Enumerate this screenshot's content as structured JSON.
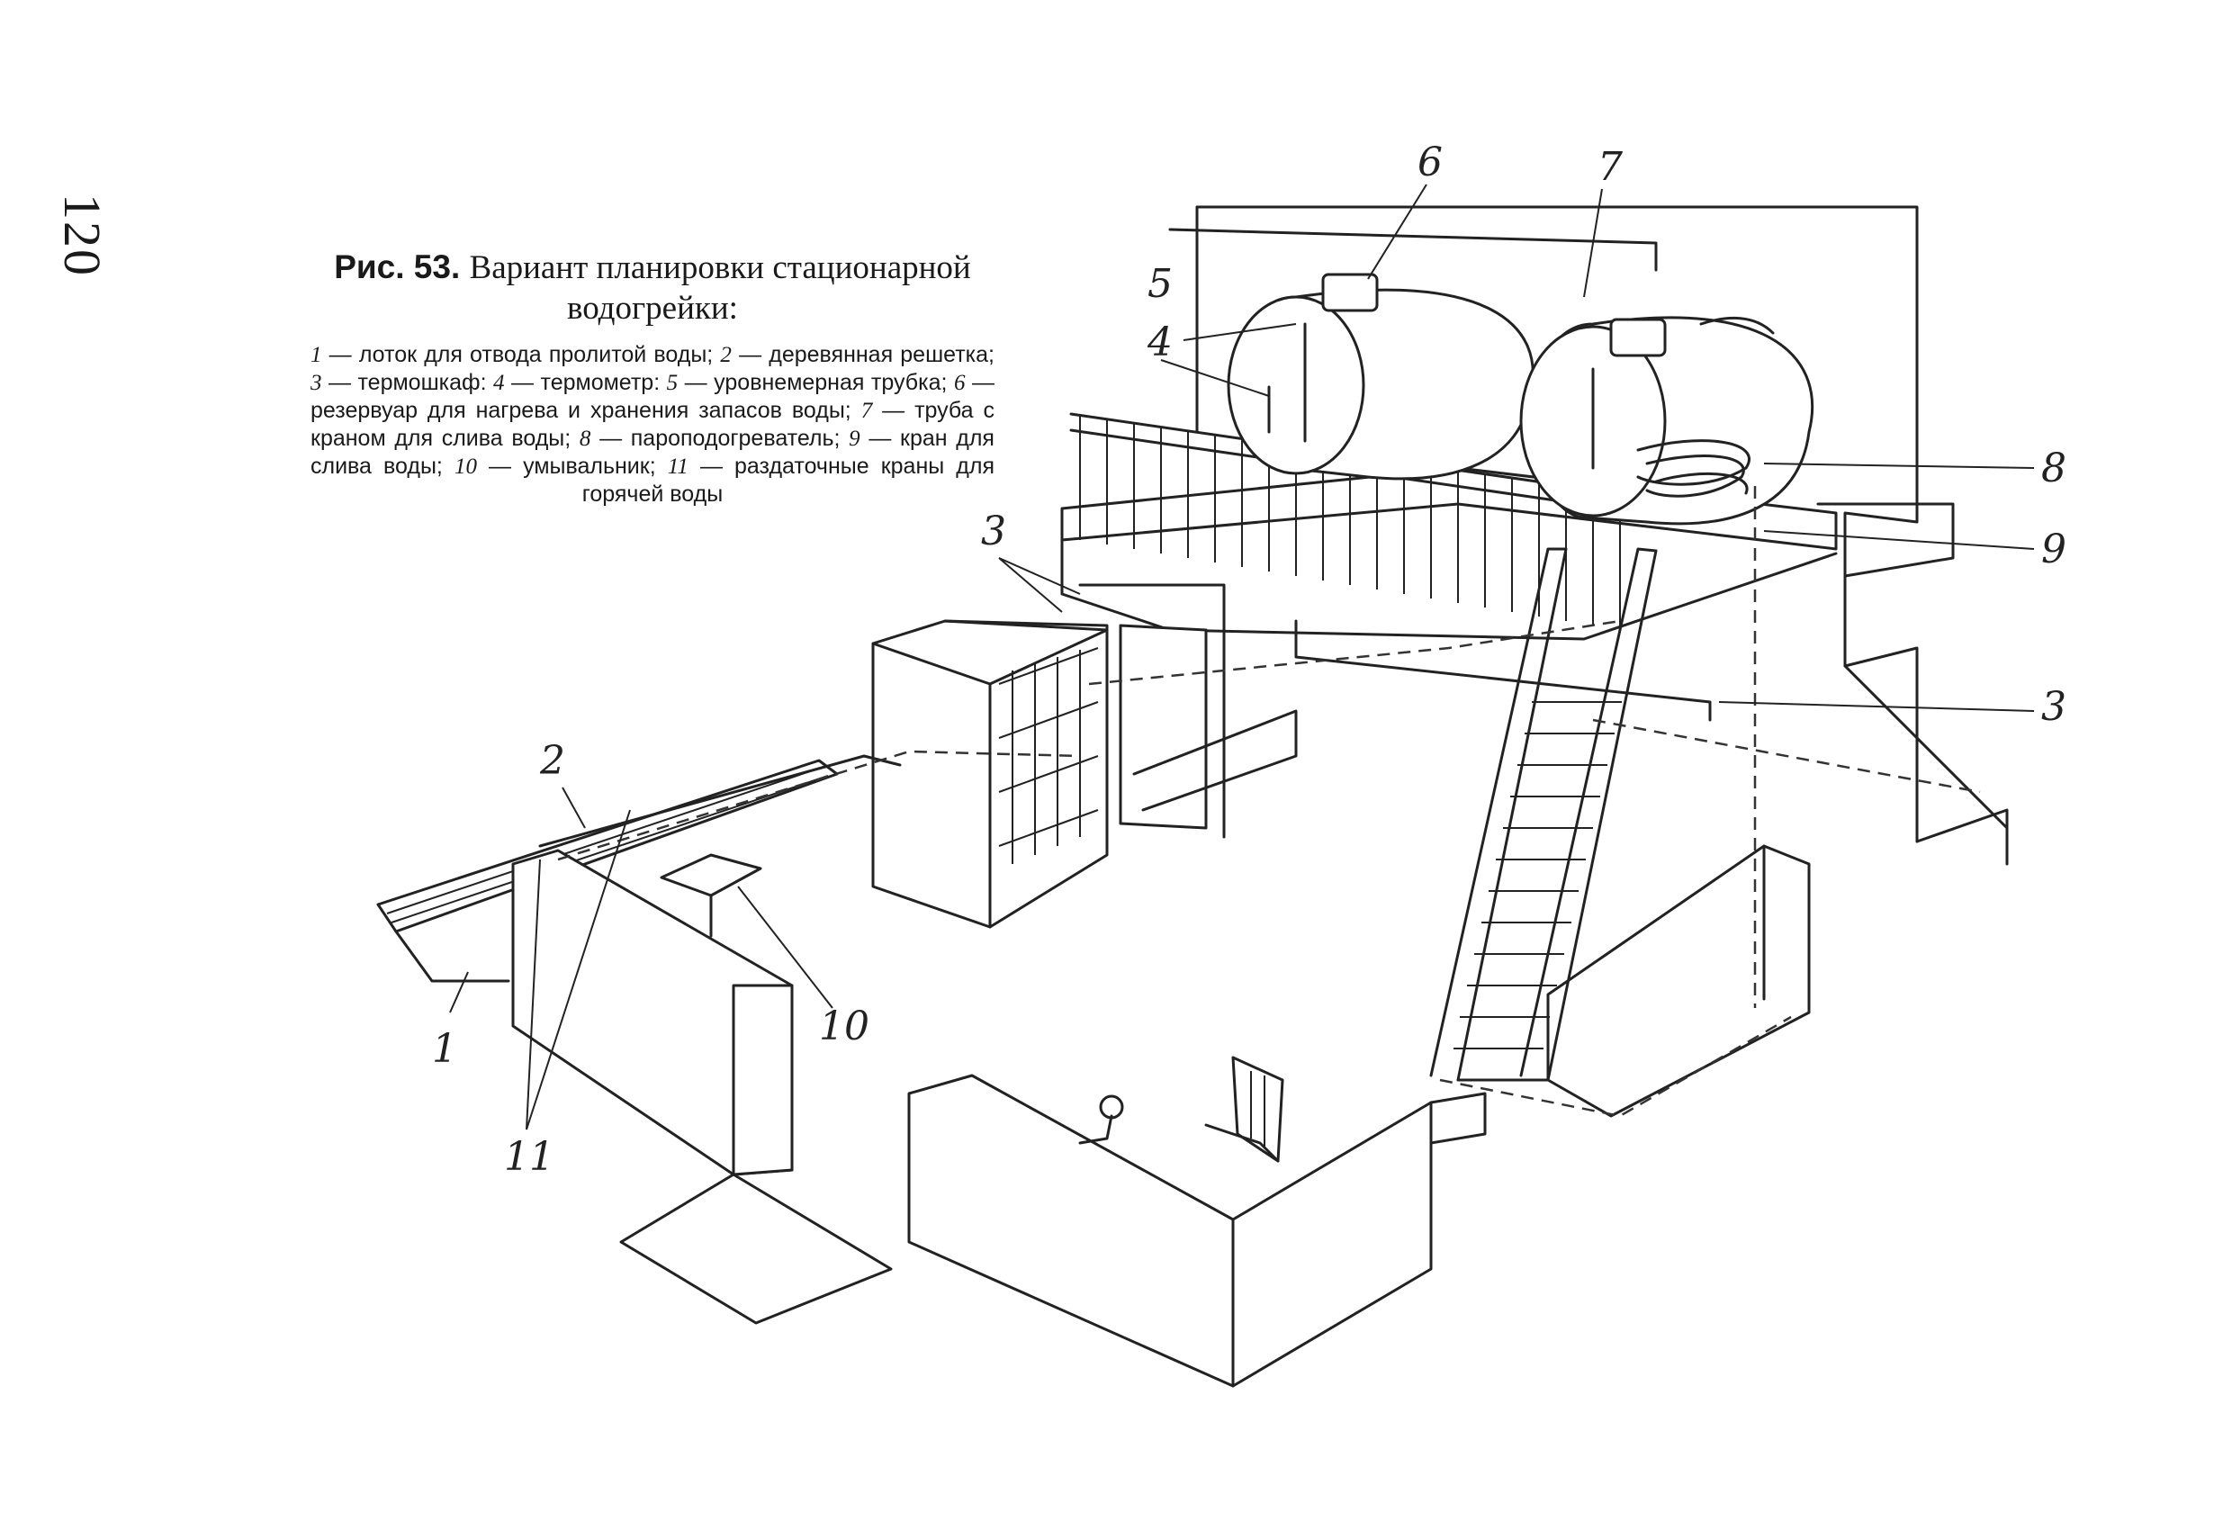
{
  "page_number": "120",
  "caption": {
    "label": "Рис. 53.",
    "title": "Вариант планировки стационарной водогрейки:",
    "legend": [
      {
        "n": "1",
        "text": "лоток для отвода пролитой воды;"
      },
      {
        "n": "2",
        "text": "деревянная решетка;"
      },
      {
        "n": "3",
        "text": "термошкаф:"
      },
      {
        "n": "4",
        "text": "термометр:"
      },
      {
        "n": "5",
        "text": "уровнемерная трубка;"
      },
      {
        "n": "6",
        "text": "резервуар для нагрева и хранения запасов воды;"
      },
      {
        "n": "7",
        "text": "труба с краном для слива воды;"
      },
      {
        "n": "8",
        "text": "пароподогреватель;"
      },
      {
        "n": "9",
        "text": "кран для слива воды;"
      },
      {
        "n": "10",
        "text": "умывальник;"
      },
      {
        "n": "11",
        "text": "раздаточные краны для горячей воды"
      }
    ]
  },
  "figure_labels": {
    "l1": "1",
    "l2": "2",
    "l3a": "3",
    "l3b": "3",
    "l4": "4",
    "l5": "5",
    "l6": "6",
    "l7": "7",
    "l8": "8",
    "l9": "9",
    "l10": "10",
    "l11": "11"
  }
}
